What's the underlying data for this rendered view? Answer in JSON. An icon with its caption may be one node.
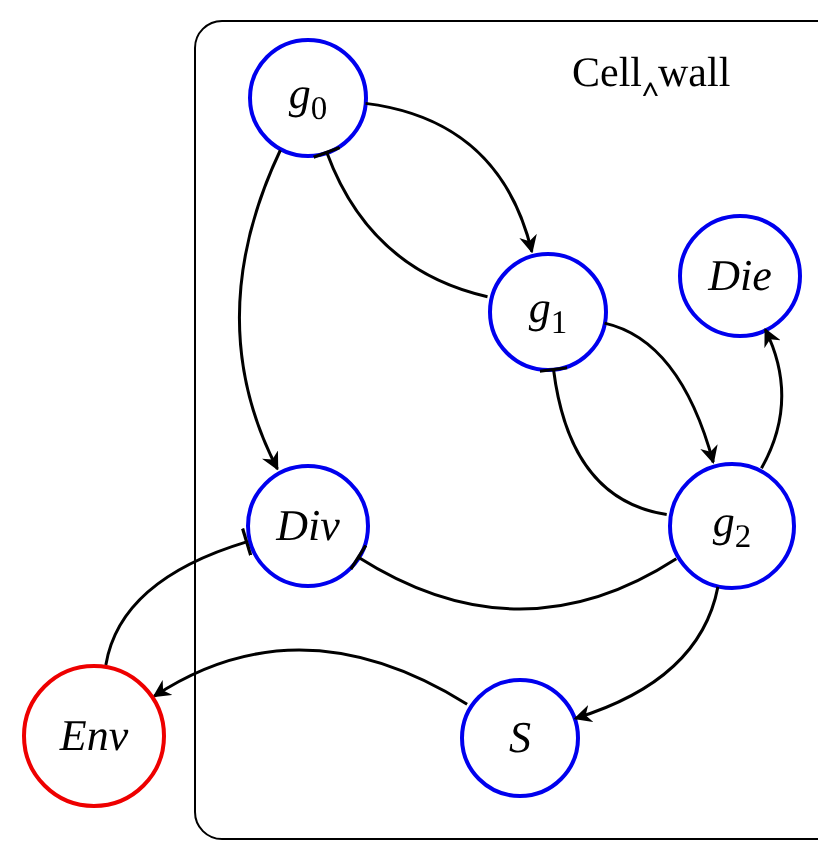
{
  "diagram": {
    "nodes": [
      {
        "text": [
          "Cell‸wall"
        ]
      },
      {
        "text": [
          "g$_{0}$"
        ],
        "in": 0
      },
      {
        "text": [
          "g$_{1}$"
        ],
        "in": 0
      },
      {
        "text": [
          "Die"
        ],
        "in": 0
      },
      {
        "text": [
          "Div"
        ],
        "in": 0
      },
      {
        "text": [
          "g$_{2}$"
        ],
        "in": 0
      },
      {
        "text": [
          "S"
        ],
        "in": 0
      },
      {
        "text": [
          "Env"
        ]
      }
    ],
    "edges": [
      {
        "from": 1,
        "to": 2,
        "arrow": "to"
      },
      {
        "from": 2,
        "to": 1,
        "arrow": "other"
      },
      {
        "from": 2,
        "to": 5,
        "arrow": "to"
      },
      {
        "from": 5,
        "to": 2,
        "arrow": "other"
      },
      {
        "from": 5,
        "to": 3,
        "arrow": "to"
      },
      {
        "from": 1,
        "to": 4,
        "arrow": "to"
      },
      {
        "from": 5,
        "to": 4,
        "arrow": "other"
      },
      {
        "from": 7,
        "to": 4,
        "arrow": "other"
      },
      {
        "from": 5,
        "to": 6,
        "arrow": "to"
      },
      {
        "from": 6,
        "to": 7,
        "arrow": "to"
      }
    ]
  }
}
